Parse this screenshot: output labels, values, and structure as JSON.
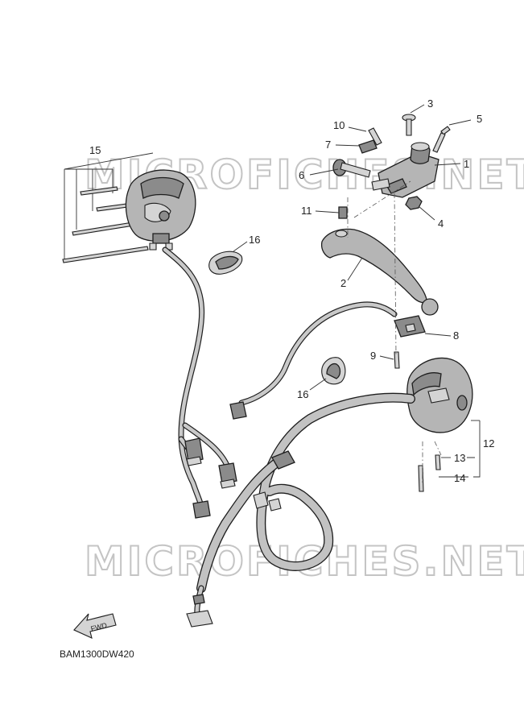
{
  "diagram_code": "BAM1300DW420",
  "watermarks": [
    "MICROFICHES.NET",
    "MICROFICHES.NET"
  ],
  "fwd_label": "FWD",
  "callouts": [
    {
      "id": "c1",
      "label": "1"
    },
    {
      "id": "c2",
      "label": "2"
    },
    {
      "id": "c3",
      "label": "3"
    },
    {
      "id": "c4",
      "label": "4"
    },
    {
      "id": "c5",
      "label": "5"
    },
    {
      "id": "c6",
      "label": "6"
    },
    {
      "id": "c7",
      "label": "7"
    },
    {
      "id": "c8",
      "label": "8"
    },
    {
      "id": "c9",
      "label": "9"
    },
    {
      "id": "c10",
      "label": "10"
    },
    {
      "id": "c11",
      "label": "11"
    },
    {
      "id": "c12",
      "label": "12"
    },
    {
      "id": "c13",
      "label": "13"
    },
    {
      "id": "c14",
      "label": "14"
    },
    {
      "id": "c15",
      "label": "15"
    },
    {
      "id": "c16a",
      "label": "16"
    },
    {
      "id": "c16b",
      "label": "16"
    }
  ]
}
